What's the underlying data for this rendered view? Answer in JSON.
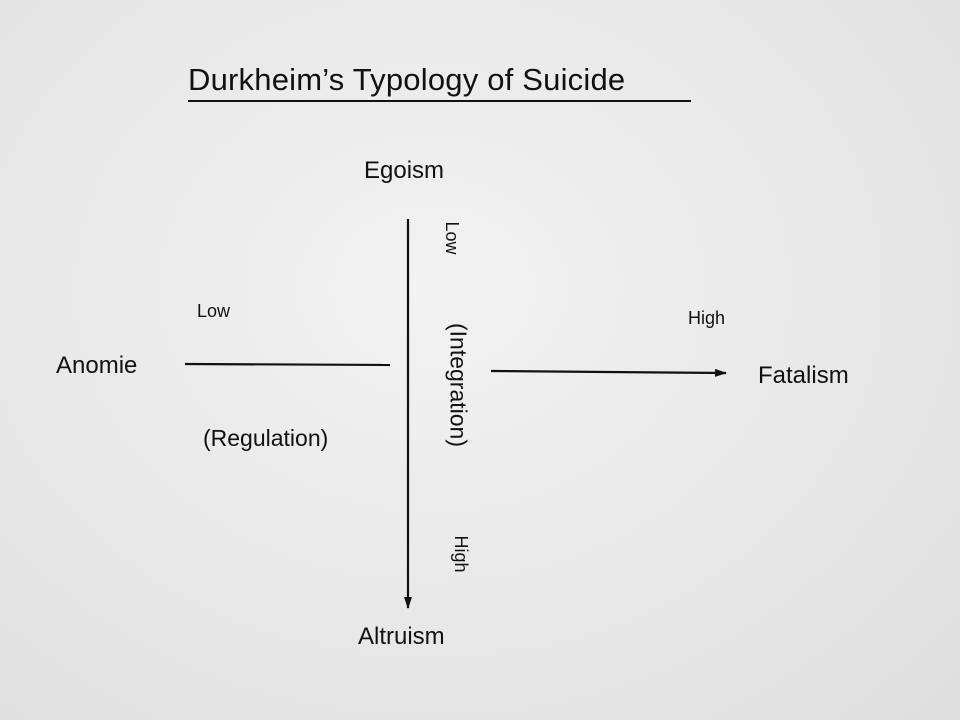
{
  "title": "Durkheim’s Typology of Suicide",
  "integration": {
    "top": "Egoism",
    "bottom": "Altruism",
    "label": "(Integration)",
    "low": "Low",
    "high": "High"
  },
  "regulation": {
    "left": "Anomie",
    "right": "Fatalism",
    "label": "(Regulation)",
    "low": "Low",
    "high": "High"
  },
  "colors": {
    "ink": "#111111",
    "paper": "#ececec"
  }
}
